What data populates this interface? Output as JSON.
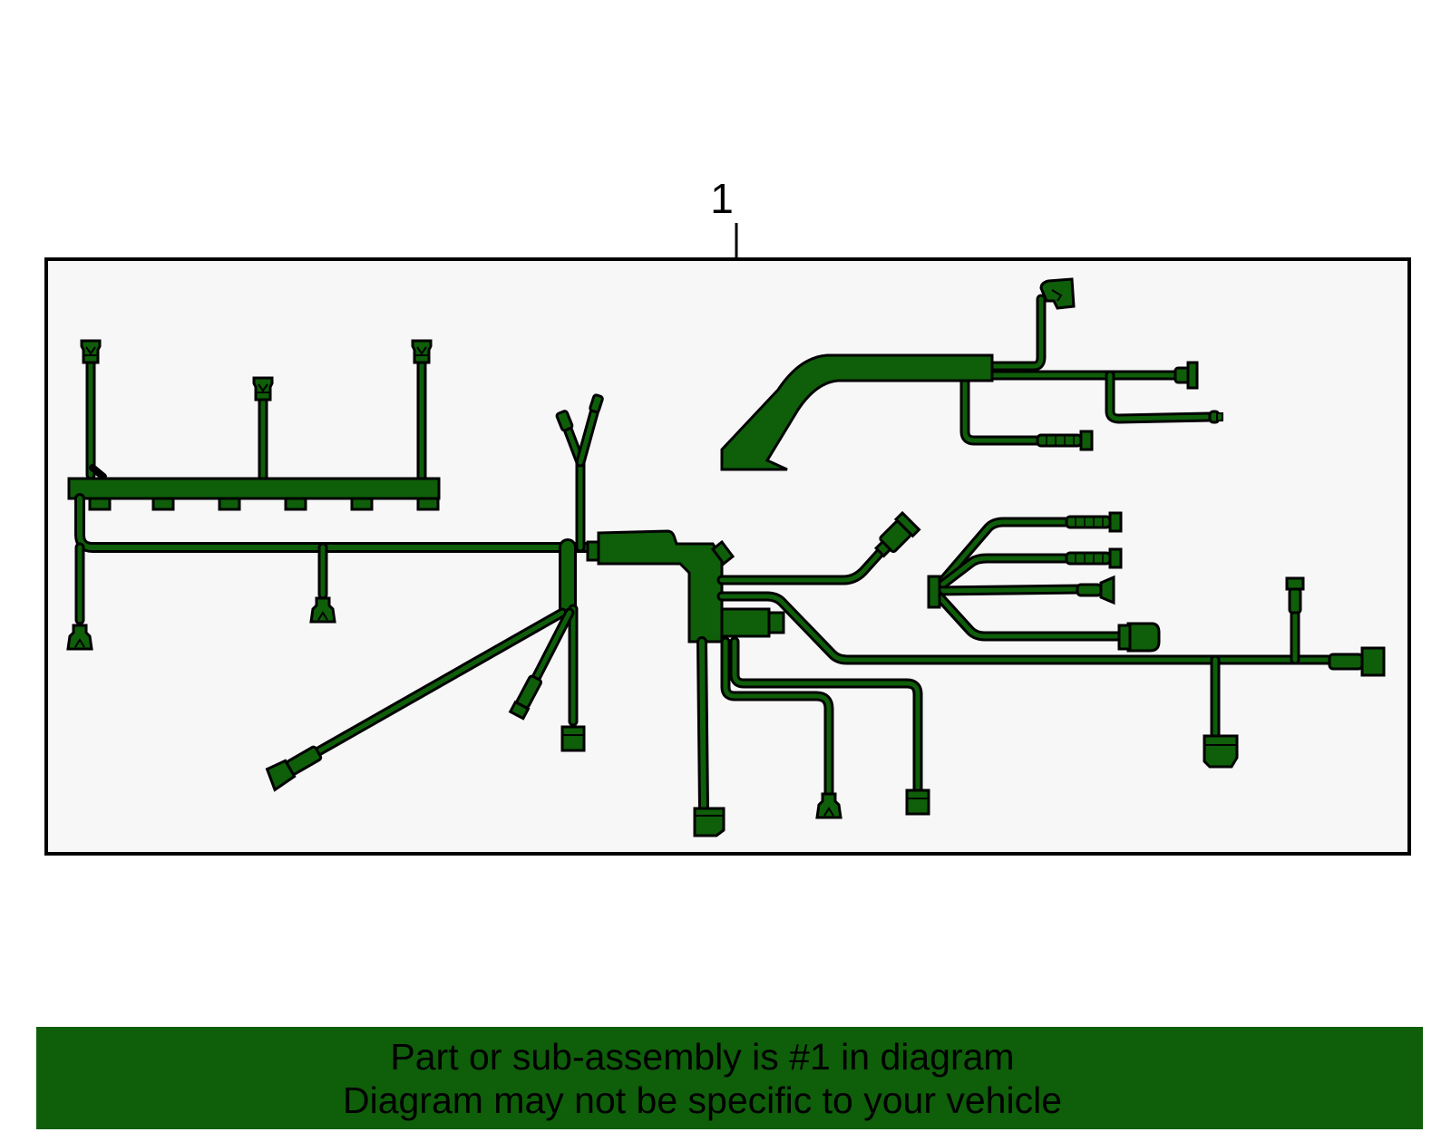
{
  "callout": {
    "number": "1"
  },
  "banner": {
    "line1": "Part or sub-assembly is #1 in diagram",
    "line2": "Diagram may not be specific to your vehicle"
  },
  "colors": {
    "part_fill": "#0f5e0a",
    "outline": "#000000",
    "panel_background": "#f7f7f7",
    "banner_background": "#0f5e0a"
  }
}
